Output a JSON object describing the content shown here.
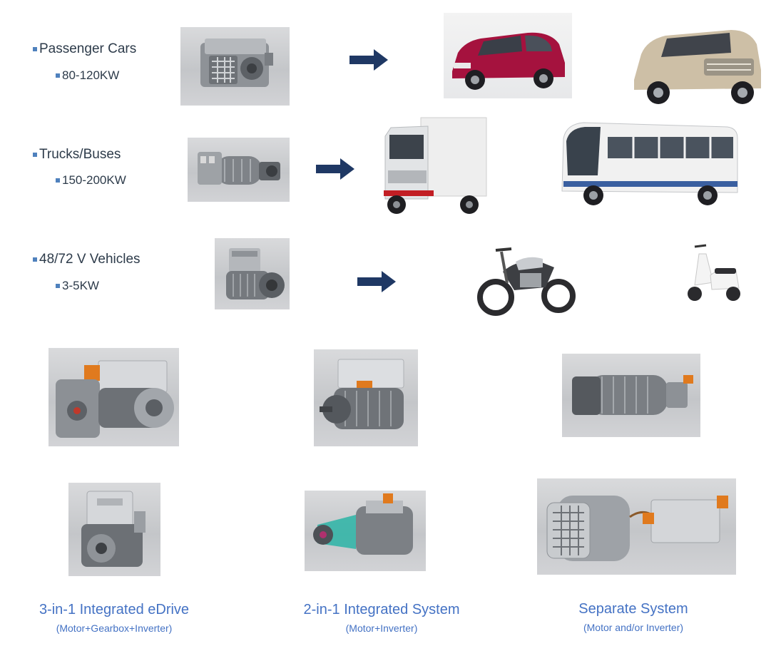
{
  "categories": [
    {
      "name": "Passenger Cars",
      "power": "80-120KW",
      "motor_icon": "integrated-edrive-motor-image",
      "vehicle_icons": [
        "mpv-red-image",
        "mpv-silver-image"
      ]
    },
    {
      "name": "Trucks/Buses",
      "power": "150-200KW",
      "motor_icon": "heavy-duty-motor-image",
      "vehicle_icons": [
        "truck-image",
        "bus-image"
      ]
    },
    {
      "name": "48/72 V Vehicles",
      "power": "3-5KW",
      "motor_icon": "low-voltage-motor-image",
      "vehicle_icons": [
        "motorcycle-image",
        "scooter-image"
      ]
    }
  ],
  "arrow_color": "#1f3864",
  "systems": [
    {
      "title": "3-in-1 Integrated eDrive",
      "subtitle": "(Motor+Gearbox+Inverter)"
    },
    {
      "title": "2-in-1 Integrated System",
      "subtitle": "(Motor+Inverter)"
    },
    {
      "title": "Separate System",
      "subtitle": "(Motor and/or Inverter)"
    }
  ],
  "caption_color": "#4472c4",
  "bullet_color": "#4f81bd"
}
